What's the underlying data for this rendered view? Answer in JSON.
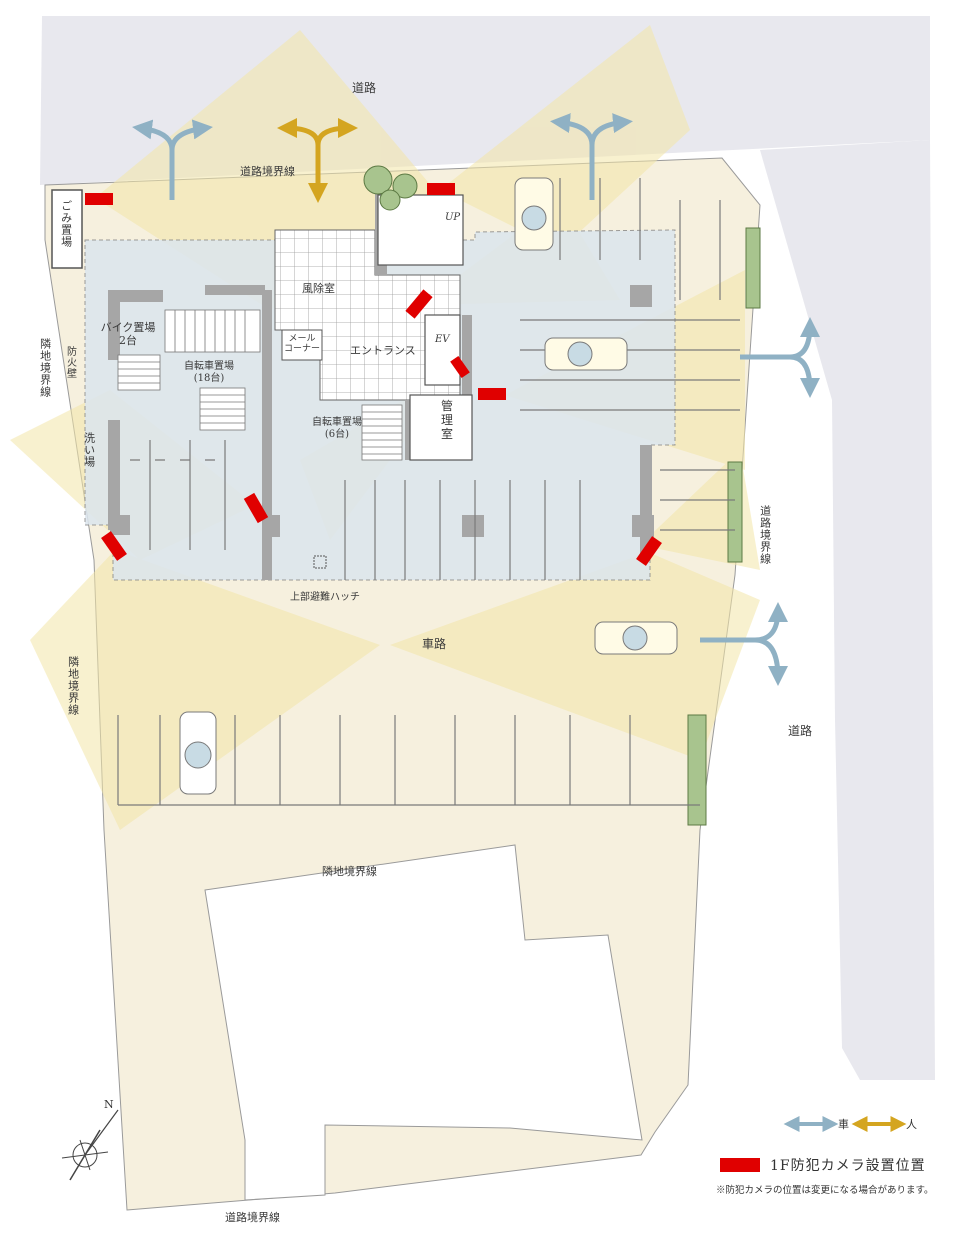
{
  "labels": {
    "road_top": "道路",
    "road_boundary_top": "道路境界線",
    "road_right": "道路",
    "road_boundary_right": "道路境界線",
    "road_boundary_bottom": "道路境界線",
    "neighbor_boundary_left_upper": "隣地境界線",
    "neighbor_boundary_left_lower": "隣地境界線",
    "neighbor_boundary_bottom": "隣地境界線",
    "garbage": "ごみ置場",
    "firewall": "防火壁",
    "bike_parking": "バイク置場",
    "bike_parking_count": "2台",
    "bicycle_parking_left": "自転車置場",
    "bicycle_parking_left_count": "(18台)",
    "bicycle_parking_center": "自転車置場",
    "bicycle_parking_center_count": "(6台)",
    "windbreak_room": "風除室",
    "mail_corner_1": "メール",
    "mail_corner_2": "コーナー",
    "entrance": "エントランス",
    "ev": "EV",
    "management_room_1": "管",
    "management_room_2": "理",
    "management_room_3": "室",
    "washing_area": "洗い場",
    "up": "UP",
    "evacuation_hatch": "上部避難ハッチ",
    "driveway": "車路"
  },
  "legend": {
    "car": "車",
    "person": "人",
    "camera": "1F防犯カメラ設置位置",
    "note": "※防犯カメラの位置は変更になる場合があります。",
    "north": "N"
  },
  "colors": {
    "car_arrow": "#8fb1c4",
    "person_arrow": "#d4a520",
    "camera": "#e00000",
    "camera_coverage": "#f3e6a8",
    "site_fill": "#f6f0de",
    "building_fill": "#dce6ee",
    "road_fill": "#e8e8ee"
  }
}
